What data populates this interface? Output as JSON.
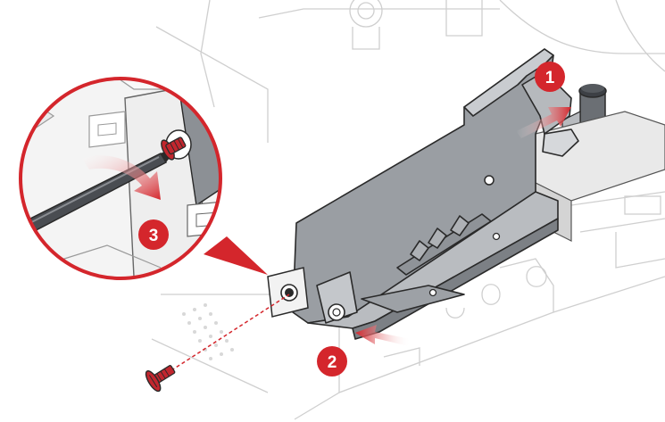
{
  "steps": [
    {
      "number": "1",
      "action": "slide-in"
    },
    {
      "number": "2",
      "action": "slide-in"
    },
    {
      "number": "3",
      "action": "tighten-screw-clockwise"
    }
  ],
  "colors": {
    "accent_red": "#d4262c",
    "bracket_gray": "#8d9196",
    "bracket_light": "#c9ccd0",
    "outline": "#2a2a2a",
    "chassis_line": "#c8c8c8",
    "screw_red": "#c2262e"
  },
  "icons": [
    "screw-icon",
    "screwdriver-icon",
    "rotate-arrow-icon",
    "push-arrow-icon"
  ]
}
